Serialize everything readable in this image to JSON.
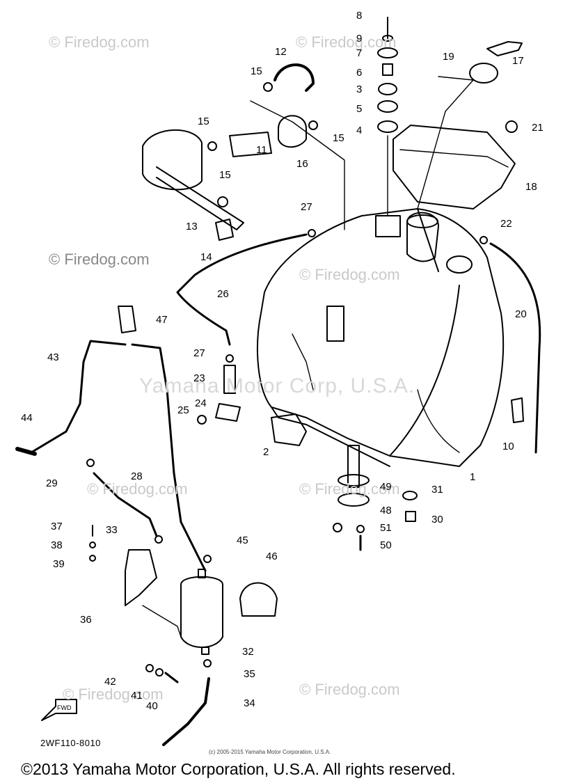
{
  "watermarks": [
    "© Firedog.com",
    "© Firedog.com",
    "© Firedog.com",
    "© Firedog.com",
    "© Firedog.com",
    "© Firedog.com",
    "© Firedog.com",
    "© Firedog.com"
  ],
  "center_watermark": "Yamaha Motor Corp, U.S.A.",
  "callouts": [
    "1",
    "2",
    "3",
    "4",
    "5",
    "6",
    "7",
    "8",
    "9",
    "10",
    "11",
    "12",
    "13",
    "14",
    "15",
    "15",
    "15",
    "15",
    "16",
    "17",
    "18",
    "19",
    "20",
    "21",
    "22",
    "23",
    "24",
    "25",
    "26",
    "27",
    "27",
    "28",
    "29",
    "30",
    "31",
    "32",
    "33",
    "34",
    "35",
    "36",
    "37",
    "38",
    "39",
    "40",
    "41",
    "42",
    "43",
    "44",
    "45",
    "46",
    "47",
    "48",
    "49",
    "50",
    "51"
  ],
  "diagram_code": "2WF110-8010",
  "small_copyright": "(c) 2005-2015 Yamaha Motor Corporation, U.S.A.",
  "footer": "©2013 Yamaha Motor Corporation, U.S.A. All rights reserved.",
  "arrow_label": "FWD"
}
